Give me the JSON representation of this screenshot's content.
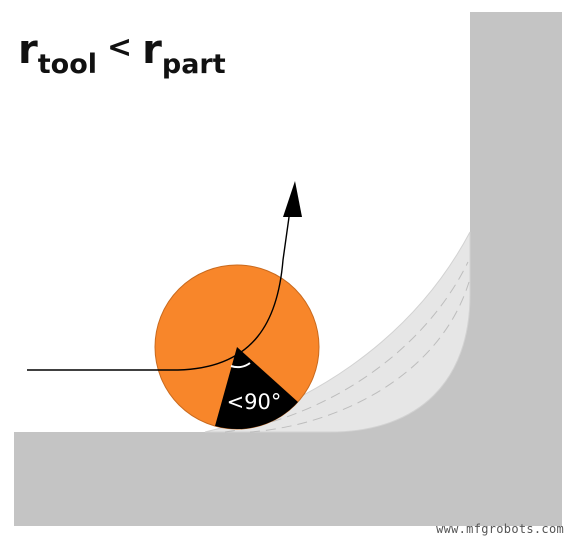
{
  "formula": {
    "r_tool": "r",
    "tool_sub": "tool",
    "operator": "<",
    "r_part": "r",
    "part_sub": "part"
  },
  "angle_label": "<90°",
  "watermark": "www.mfgrobots.com",
  "colors": {
    "part": "#c4c4c4",
    "stock": "#e6e6e6",
    "tool": "#f8862a",
    "tool_edge": "#c96a1e",
    "wedge": "#000000",
    "path": "#000000",
    "background": "#ffffff"
  }
}
